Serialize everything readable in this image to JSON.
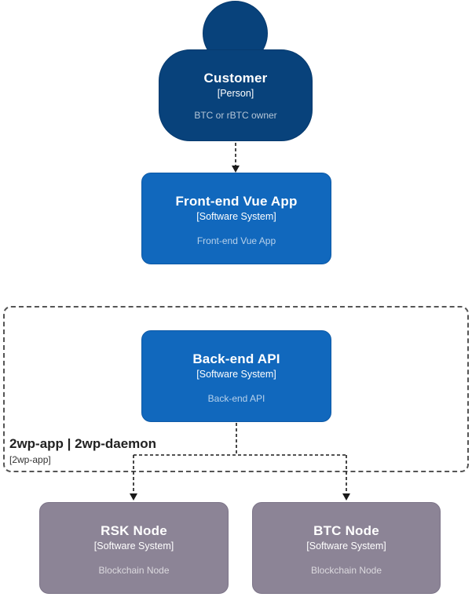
{
  "nodes": {
    "customer": {
      "title": "Customer",
      "meta": "[Person]",
      "description": "BTC or rBTC owner"
    },
    "frontend": {
      "title": "Front-end Vue App",
      "meta": "[Software System]",
      "description": "Front-end Vue App"
    },
    "backend": {
      "title": "Back-end API",
      "meta": "[Software System]",
      "description": "Back-end API"
    },
    "rsk": {
      "title": "RSK Node",
      "meta": "[Software System]",
      "description": "Blockchain Node"
    },
    "btc": {
      "title": "BTC Node",
      "meta": "[Software System]",
      "description": "Blockchain Node"
    }
  },
  "boundary": {
    "title": "2wp-app | 2wp-daemon",
    "meta": "[2wp-app]"
  },
  "colors": {
    "person_bg": "#08427B",
    "person_border": "#073A6E",
    "system_bg": "#1168BD",
    "system_border": "#0E5AA7",
    "node_bg": "#8C8496",
    "node_border": "#7D7589",
    "boundary_border": "#555555",
    "boundary_title": "#222222",
    "boundary_meta": "#333333",
    "connector": "#1A1A1A",
    "desc_text": "#FFFFFFB0"
  }
}
